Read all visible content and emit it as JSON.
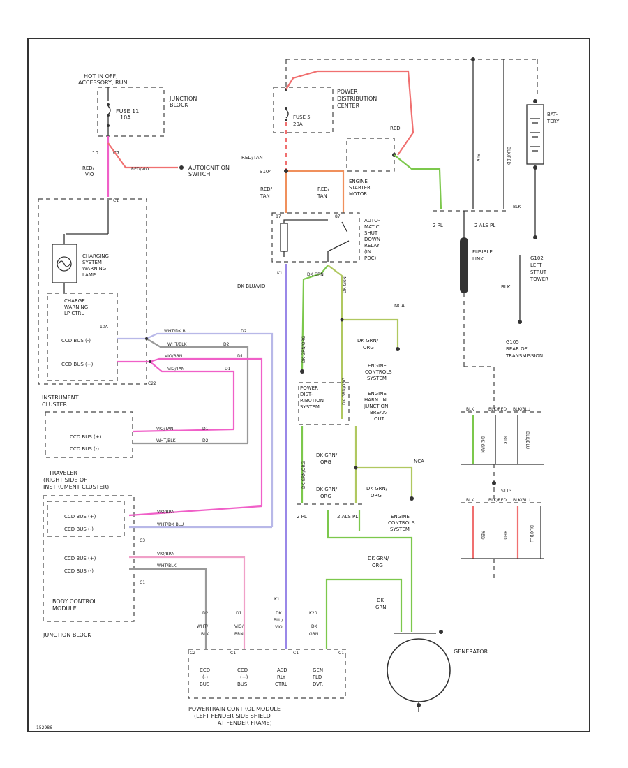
{
  "colors": {
    "red": "#f07070",
    "pink": "#f060c8",
    "green": "#7cc84c",
    "purple": "#9a88e8",
    "lavender": "#b8b8e8",
    "orange": "#f0905c",
    "yellowgreen": "#b0c860",
    "gray": "#999999",
    "black": "#333333"
  },
  "junction_block_top": {
    "hot_label_1": "HOT IN OFF,",
    "hot_label_2": "ACCESSORY, RUN",
    "title_1": "JUNCTION",
    "title_2": "BLOCK",
    "fuse_1": "FUSE 11",
    "fuse_2": "10A",
    "pin_left": "10",
    "pin_right": "C7"
  },
  "wire_red_vio": {
    "line1": "RED/",
    "line2": "VIO"
  },
  "wire_to_ign": "RED/VIO",
  "ignition_switch": {
    "line1": "AUTOIGNITION",
    "line2": "SWITCH"
  },
  "c1_label": "C1",
  "pdc": {
    "title_1": "POWER",
    "title_2": "DISTRIBUTION",
    "title_3": "CENTER",
    "fuse_1": "FUSE 5",
    "fuse_2": "20A"
  },
  "red_label_bat": "RED",
  "red_tan_main": "RED/TAN",
  "s104": "S104",
  "red_tan_left": {
    "line1": "RED/",
    "line2": "TAN"
  },
  "red_tan_right": {
    "line1": "RED/",
    "line2": "TAN"
  },
  "starter": {
    "line1": "ENGINE",
    "line2": "STARTER",
    "line3": "MOTOR"
  },
  "battery": {
    "line1": "BAT-",
    "line2": "TERY"
  },
  "wire_blk_1": "BLK",
  "wire_blk_2": "BLK/RED",
  "blk_right": "BLK",
  "blk_left": "BLK",
  "asd_relay": {
    "l1": "AUTO-",
    "l2": "MATIC",
    "l3": "SHUT",
    "l4": "DOWN",
    "l5": "RELAY",
    "l6": "(IN",
    "l7": "PDC)",
    "pin_l": "87",
    "pin_r": "87"
  },
  "pl2": "2 PL",
  "pl2_b": "2 ALS PL",
  "fusible_link": {
    "line1": "FUSIBLE",
    "line2": "LINK"
  },
  "g102": {
    "line1": "G102",
    "line2": "LEFT",
    "line3": "STRUT",
    "line4": "TOWER"
  },
  "g105": {
    "line1": "G105",
    "line2": "REAR OF",
    "line3": "TRANSMISSION"
  },
  "cluster": {
    "charging_1": "CHARGING",
    "charging_2": "SYSTEM",
    "charging_3": "WARNING",
    "charging_4": "LAMP",
    "charge_ctrl_1": "CHARGE",
    "charge_ctrl_2": "WARNING",
    "charge_ctrl_3": "LP CTRL",
    "ccd_neg": "CCD BUS (-)",
    "ccd_pos": "CCD BUS (+)",
    "title_1": "INSTRUMENT",
    "title_2": "CLUSTER",
    "pin_a": "10A",
    "pin_b": "C22"
  },
  "wires_mid": {
    "w1": "WHT/DK BLU",
    "w2": "WHT/BLK",
    "w3": "VIO/BRN",
    "w4": "VIO/TAN",
    "d1": "D2",
    "d2": "D2",
    "d3": "D1",
    "d4": "D1"
  },
  "dk_blu_vio": "DK BLU/VIO",
  "pin_k1": "K1",
  "dk_grn": "DK GRN",
  "dk_grn_vert": "DK GRN/ORG",
  "nca": "NCA",
  "dk_grn_org_1": {
    "line1": "DK GRN/",
    "line2": "ORG"
  },
  "ecs": {
    "line1": "ENGINE",
    "line2": "CONTROLS",
    "line3": "SYSTEM"
  },
  "pds": {
    "line1": "POWER",
    "line2": "DIST-",
    "line3": "RIBUTION",
    "line4": "SYSTEM"
  },
  "engine_harness": {
    "line1": "ENGINE",
    "line2": "HARN. IN",
    "line3": "JUNCTION",
    "line4": "BREAK-",
    "line5": "OUT"
  },
  "traveler": {
    "line1": "TRAVELER",
    "line2": "(RIGHT SIDE OF",
    "line3": "INSTRUMENT CLUSTER)",
    "ccd_pos": "CCD BUS (+)",
    "ccd_neg": "CCD BUS (-)",
    "w1": "VIO/TAN",
    "w2": "WHT/BLK",
    "d1": "D1",
    "d2": "D2"
  },
  "dk_grn_org_2": {
    "line1": "DK GRN/",
    "line2": "ORG"
  },
  "dk_grn_org_3": {
    "line1": "DK GRN/",
    "line2": "ORG"
  },
  "dk_grn_org_4": {
    "line1": "DK GRN/",
    "line2": "ORG"
  },
  "dk_grn_org_5": {
    "line1": "DK GRN/",
    "line2": "ORG"
  },
  "nca2": "NCA",
  "pl2_c": "2 PL",
  "pl2_d": "2 ALS PL",
  "ecs2": {
    "line1": "ENGINE",
    "line2": "CONTROLS",
    "line3": "SYSTEM"
  },
  "bcm": {
    "ccd_pos": "CCD BUS (+)",
    "ccd_neg": "CCD BUS (-)",
    "ccd_pos2": "CCD BUS (+)",
    "ccd_neg2": "CCD BUS (-)",
    "title_1": "BODY CONTROL",
    "title_2": "MODULE",
    "jb": "JUNCTION BLOCK",
    "w1": "VIO/BRN",
    "w2": "WHT/DK BLU",
    "w3": "VIO/BRN",
    "w4": "WHT/BLK",
    "c3": "C3",
    "c1": "C1"
  },
  "pcm_wires": {
    "d2a": "D2",
    "d2b": "WHT/",
    "d2c": "BLK",
    "d1a": "D1",
    "d1b": "VIO/",
    "d1c": "BRN",
    "k1a": "K1",
    "k1b": "DK",
    "k1c": "BLU/",
    "k1d": "VIO",
    "k20a": "K20",
    "k20b": "DK",
    "k20c": "GRN"
  },
  "pcm": {
    "pin1": "C2",
    "pin2": "C1",
    "pin3": "C1",
    "pin4": "C1",
    "l1a": "CCD",
    "l1b": "(-)",
    "l1c": "BUS",
    "l2a": "CCD",
    "l2b": "(+)",
    "l2c": "BUS",
    "l3a": "ASD",
    "l3b": "RLY",
    "l3c": "CTRL",
    "l4a": "GEN",
    "l4b": "FLD",
    "l4c": "DVR",
    "title_1": "POWERTRAIN CONTROL MODULE",
    "title_2": "(LEFT FENDER SIDE SHIELD",
    "title_3": "AT FENDER FRAME)"
  },
  "generator": "GENERATOR",
  "dk_grn_gen": {
    "line1": "DK",
    "line2": "GRN"
  },
  "right_connector": {
    "a1": "BLK",
    "a2": "BLK/RED",
    "a3": "BLK/BLU",
    "b1": "BLK",
    "b2": "BLK/RED",
    "b3": "BLK/BLU",
    "w1": "DK GRN",
    "w2": "BLK",
    "w3": "BLK/BLU",
    "w4": "RED",
    "w5": "RED",
    "w6": "BLK/BLU",
    "s": "S113"
  },
  "corner_id": "152986"
}
